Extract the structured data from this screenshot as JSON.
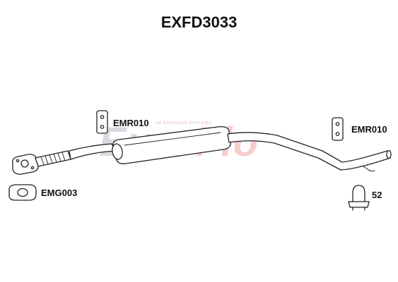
{
  "title": "EXFD3033",
  "watermark": {
    "part1": "Euro",
    "part2": "Flo",
    "tagline": "UK EMISSION SYSTEMS",
    "color_euro": "#b9bcc6",
    "color_flo": "#efa3a6"
  },
  "parts": {
    "rubber_mount_left": "EMR010",
    "rubber_mount_right": "EMR010",
    "gasket": "EMG003",
    "clamp": "52"
  },
  "colors": {
    "line": "#222222",
    "fill": "#ffffff"
  }
}
